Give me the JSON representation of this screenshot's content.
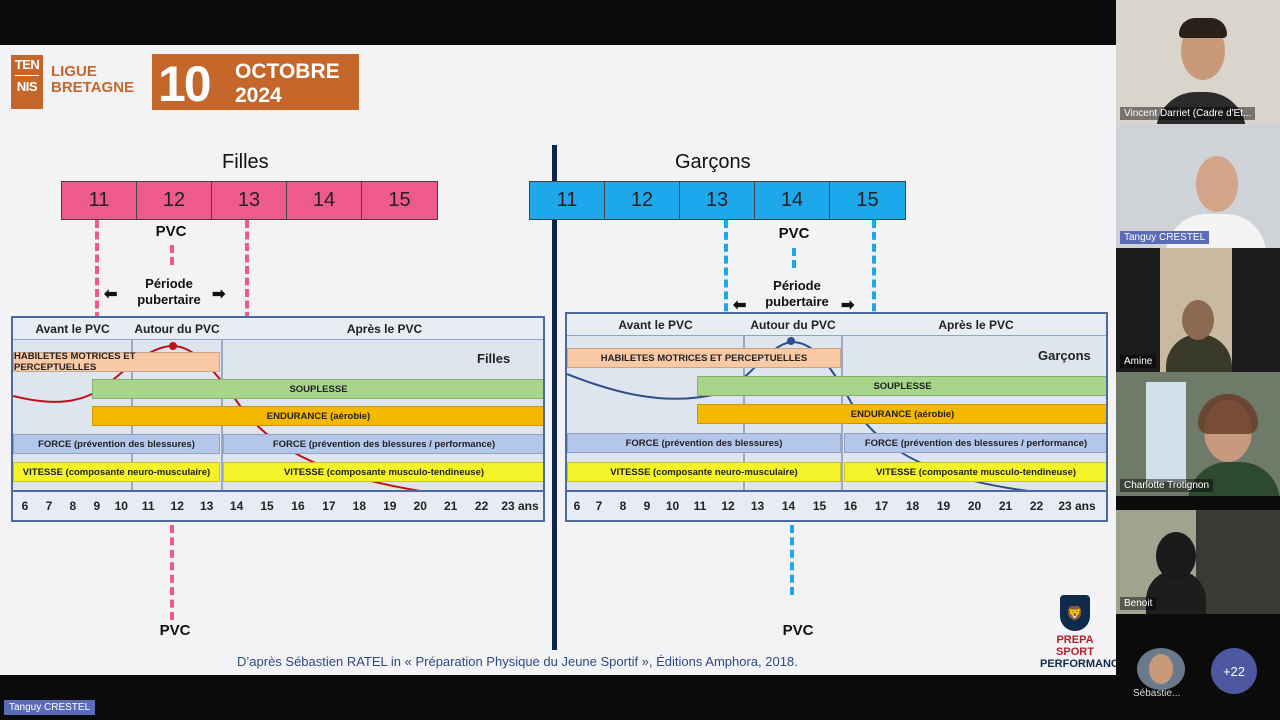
{
  "logo": {
    "tennis_top": "TEN",
    "tennis_bottom": "NIS",
    "ligue_line1": "LIGUE",
    "ligue_line2": "BRETAGNE",
    "date_num": "10",
    "date_month": "OCTOBRE",
    "date_year": "2024",
    "accent": "#c5662a"
  },
  "girls": {
    "title": "Filles",
    "ages": [
      "11",
      "12",
      "13",
      "14",
      "15"
    ],
    "pvc": "PVC",
    "period_line1": "Période",
    "period_line2": "pubertaire",
    "color": "#ef5a8e",
    "table": {
      "headers": [
        "Avant le PVC",
        "Autour du PVC",
        "Après le PVC"
      ],
      "sex_label": "Filles",
      "bars": [
        "HABILETES MOTRICES ET PERCEPTUELLES",
        "SOUPLESSE",
        "ENDURANCE (aérobie)",
        "FORCE (prévention des blessures)",
        "FORCE (prévention des blessures / performance)",
        "VITESSE (composante neuro-musculaire)",
        "VITESSE (composante musculo-tendineuse)"
      ],
      "axis": [
        "6",
        "7",
        "8",
        "9",
        "10",
        "11",
        "12",
        "13",
        "14",
        "15",
        "16",
        "17",
        "18",
        "19",
        "20",
        "21",
        "22",
        "23 ans"
      ]
    },
    "pvc_bottom": "PVC"
  },
  "boys": {
    "title": "Garçons",
    "ages": [
      "11",
      "12",
      "13",
      "14",
      "15"
    ],
    "pvc": "PVC",
    "period_line1": "Période",
    "period_line2": "pubertaire",
    "color": "#1ea8ec",
    "table": {
      "headers": [
        "Avant le PVC",
        "Autour du PVC",
        "Après le PVC"
      ],
      "sex_label": "Garçons",
      "bars": [
        "HABILETES MOTRICES ET PERCEPTUELLES",
        "SOUPLESSE",
        "ENDURANCE (aérobie)",
        "FORCE (prévention des blessures)",
        "FORCE (prévention des blessures / performance)",
        "VITESSE (composante neuro-musculaire)",
        "VITESSE (composante musculo-tendineuse)"
      ],
      "axis": [
        "6",
        "7",
        "8",
        "9",
        "10",
        "11",
        "12",
        "13",
        "14",
        "15",
        "16",
        "17",
        "18",
        "19",
        "20",
        "21",
        "22",
        "23 ans"
      ]
    },
    "pvc_bottom": "PVC"
  },
  "credit": "D’après Sébastien RATEL in « Préparation Physique du Jeune Sportif », Éditions Amphora, 2018.",
  "brand": {
    "line1": "PREPA SPORT",
    "line2": "PERFORMANCE"
  },
  "participants": [
    {
      "name": "Vincent Darriet (Cadre d'Et...",
      "highlight": false
    },
    {
      "name": "Tanguy CRESTEL",
      "highlight": true
    },
    {
      "name": "Amine",
      "highlight": false
    },
    {
      "name": "Charlotte Trotignon",
      "highlight": false
    },
    {
      "name": "Benoit",
      "highlight": false
    }
  ],
  "small_participant": "Sébastie...",
  "more_count": "+22",
  "active_speaker": "Tanguy CRESTEL"
}
